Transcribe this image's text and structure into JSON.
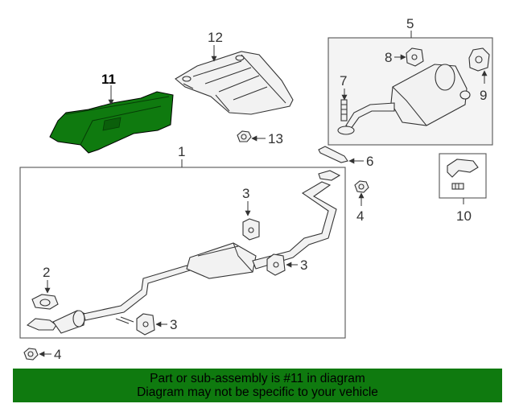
{
  "highlight_color": "#0f7a0f",
  "banner": {
    "line1": "Part or sub-assembly is #11 in diagram",
    "line2": "Diagram may not be specific to your vehicle",
    "background": "#0f7a0f"
  },
  "callouts": {
    "c1": "1",
    "c2": "2",
    "c3a": "3",
    "c3b": "3",
    "c3c": "3",
    "c4a": "4",
    "c4b": "4",
    "c5": "5",
    "c6": "6",
    "c7": "7",
    "c8": "8",
    "c9": "9",
    "c10": "10",
    "c11": "11",
    "c12": "12",
    "c13": "13"
  }
}
